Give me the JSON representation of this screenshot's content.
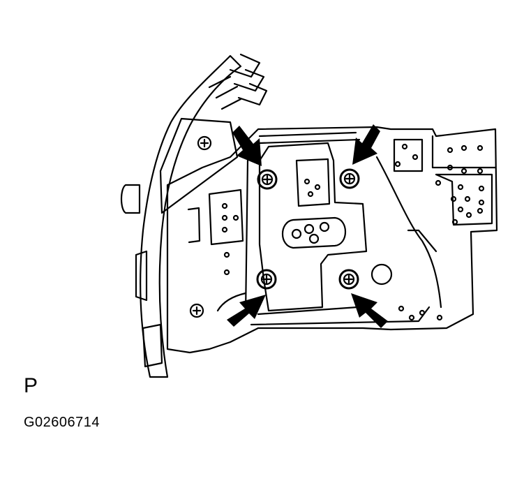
{
  "figure": {
    "view_label": "P",
    "figure_code": "G02606714"
  },
  "callouts": {
    "arrow_count": 4,
    "arrow_color": "#000000",
    "target": "mounting-bolts"
  },
  "colors": {
    "line": "#000000",
    "background": "#ffffff"
  }
}
